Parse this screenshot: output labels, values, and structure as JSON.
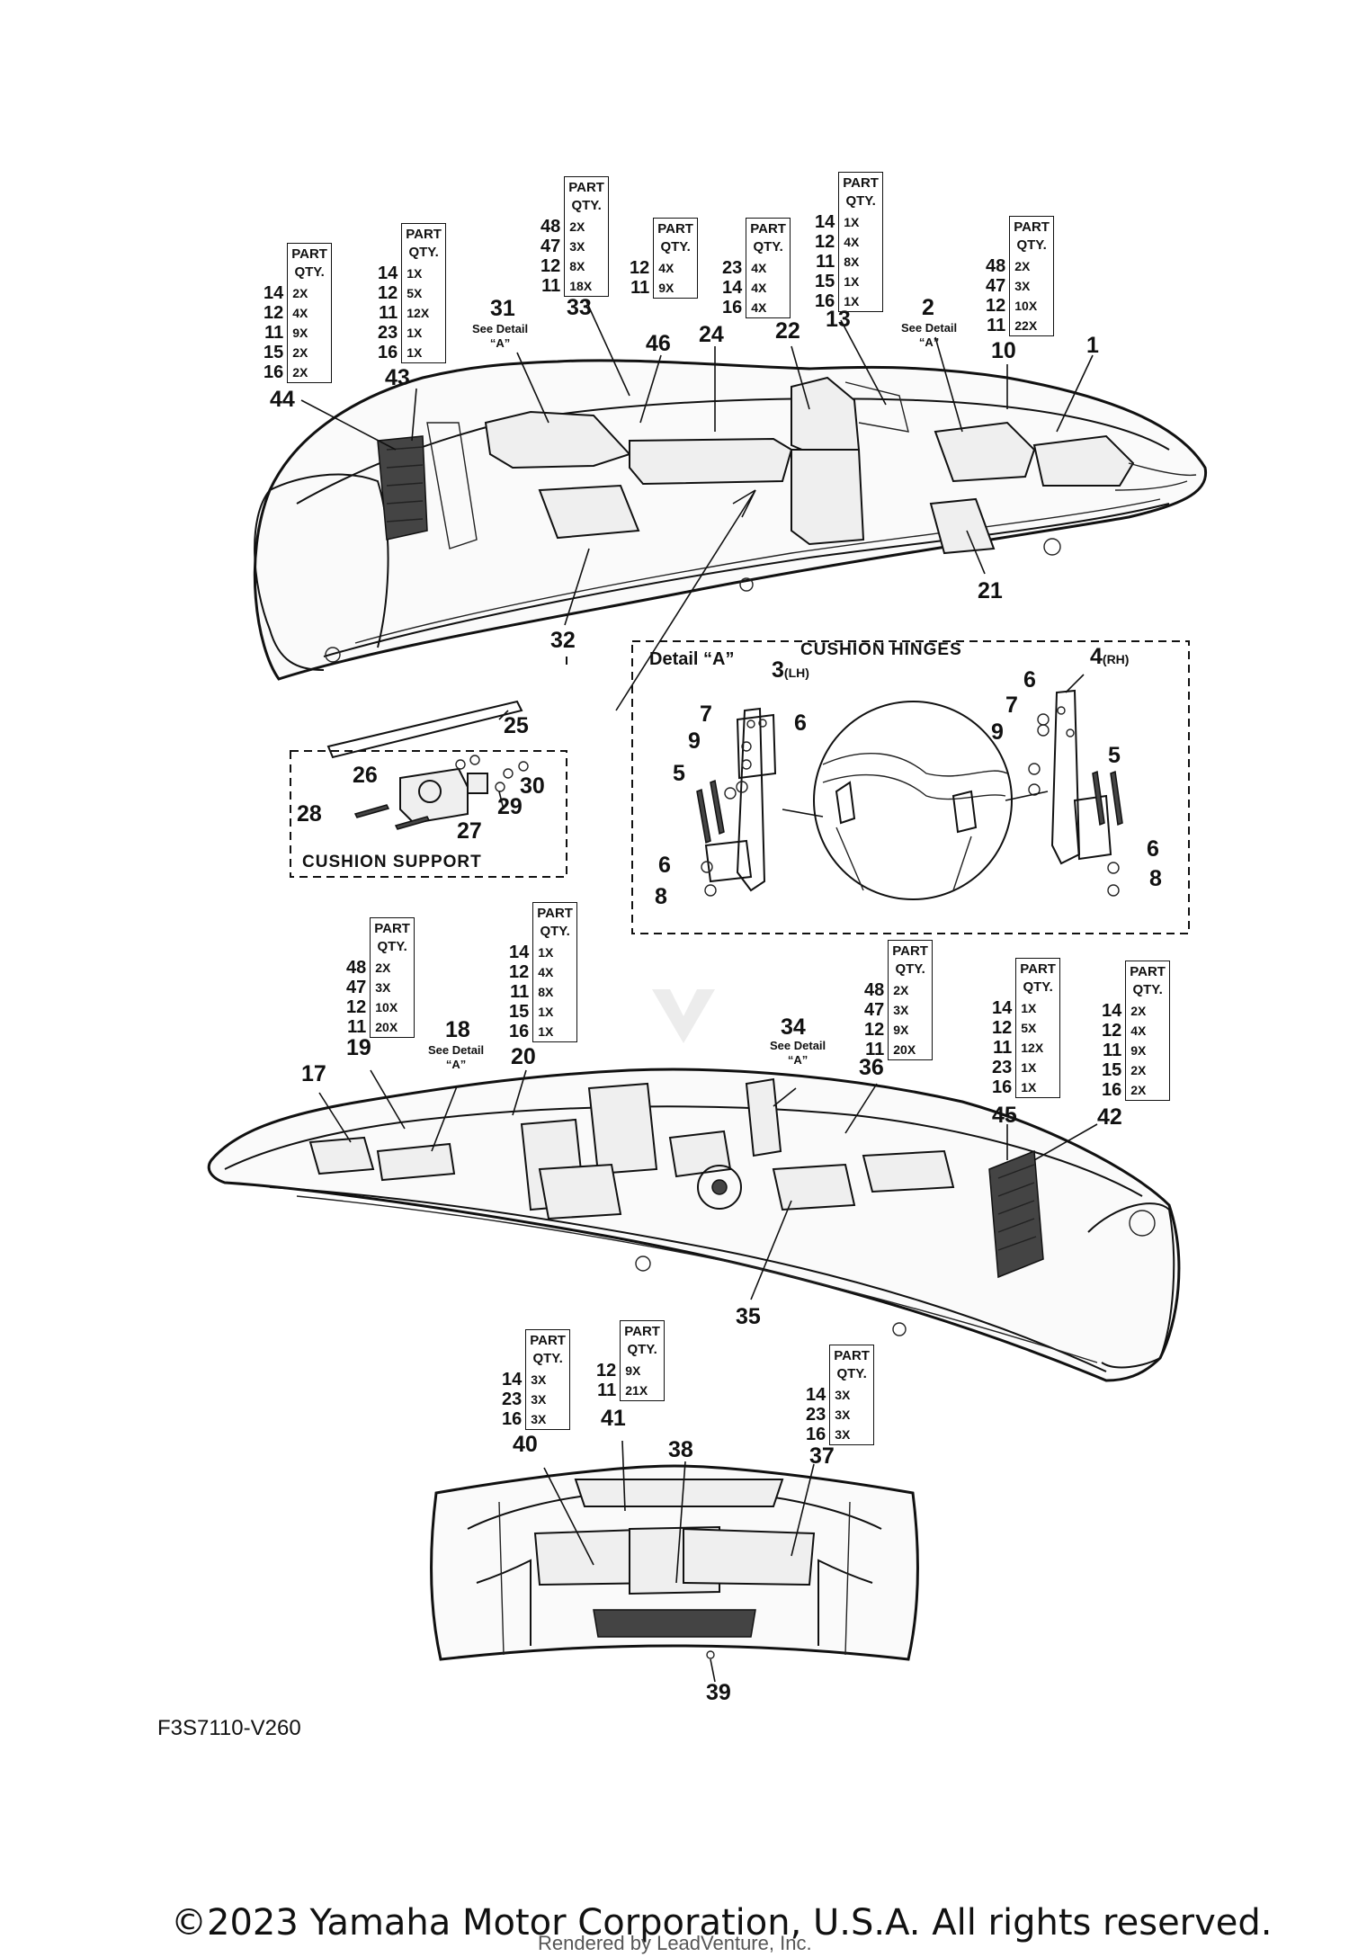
{
  "callouts": [
    {
      "id": "44",
      "label": "44"
    },
    {
      "id": "43",
      "label": "43"
    },
    {
      "id": "31",
      "label": "31"
    },
    {
      "id": "33",
      "label": "33"
    },
    {
      "id": "46",
      "label": "46"
    },
    {
      "id": "24",
      "label": "24"
    },
    {
      "id": "22",
      "label": "22"
    },
    {
      "id": "13",
      "label": "13"
    },
    {
      "id": "2",
      "label": "2"
    },
    {
      "id": "10",
      "label": "10"
    },
    {
      "id": "1",
      "label": "1"
    },
    {
      "id": "21",
      "label": "21"
    },
    {
      "id": "32",
      "label": "32"
    },
    {
      "id": "25",
      "label": "25"
    },
    {
      "id": "26",
      "label": "26"
    },
    {
      "id": "28",
      "label": "28"
    },
    {
      "id": "27",
      "label": "27"
    },
    {
      "id": "29",
      "label": "29"
    },
    {
      "id": "30",
      "label": "30"
    },
    {
      "id": "3",
      "label": "3"
    },
    {
      "id": "4",
      "label": "4"
    },
    {
      "id": "7a",
      "label": "7"
    },
    {
      "id": "6a",
      "label": "6"
    },
    {
      "id": "9a",
      "label": "9"
    },
    {
      "id": "5a",
      "label": "5"
    },
    {
      "id": "6b",
      "label": "6"
    },
    {
      "id": "8a",
      "label": "8"
    },
    {
      "id": "6c",
      "label": "6"
    },
    {
      "id": "7b",
      "label": "7"
    },
    {
      "id": "9b",
      "label": "9"
    },
    {
      "id": "5b",
      "label": "5"
    },
    {
      "id": "6d",
      "label": "6"
    },
    {
      "id": "8b",
      "label": "8"
    },
    {
      "id": "19",
      "label": "19"
    },
    {
      "id": "18",
      "label": "18"
    },
    {
      "id": "17",
      "label": "17"
    },
    {
      "id": "20",
      "label": "20"
    },
    {
      "id": "34",
      "label": "34"
    },
    {
      "id": "36",
      "label": "36"
    },
    {
      "id": "45",
      "label": "45"
    },
    {
      "id": "42",
      "label": "42"
    },
    {
      "id": "35",
      "label": "35"
    },
    {
      "id": "41",
      "label": "41"
    },
    {
      "id": "40",
      "label": "40"
    },
    {
      "id": "38",
      "label": "38"
    },
    {
      "id": "37",
      "label": "37"
    },
    {
      "id": "39",
      "label": "39"
    }
  ],
  "lh_suffix": "(LH)",
  "rh_suffix": "(RH)",
  "see_detail": {
    "line1": "See Detail",
    "line2": "“A”"
  },
  "qty_header": {
    "line1": "PART",
    "line2": "QTY."
  },
  "qty_tables": [
    {
      "id": "t1",
      "rows": [
        [
          "14",
          "2X"
        ],
        [
          "12",
          "4X"
        ],
        [
          "11",
          "9X"
        ],
        [
          "15",
          "2X"
        ],
        [
          "16",
          "2X"
        ]
      ]
    },
    {
      "id": "t2",
      "rows": [
        [
          "14",
          "1X"
        ],
        [
          "12",
          "5X"
        ],
        [
          "11",
          "12X"
        ],
        [
          "23",
          "1X"
        ],
        [
          "16",
          "1X"
        ]
      ]
    },
    {
      "id": "t3",
      "rows": [
        [
          "48",
          "2X"
        ],
        [
          "47",
          "3X"
        ],
        [
          "12",
          "8X"
        ],
        [
          "11",
          "18X"
        ]
      ]
    },
    {
      "id": "t4",
      "rows": [
        [
          "12",
          "4X"
        ],
        [
          "11",
          "9X"
        ]
      ]
    },
    {
      "id": "t5",
      "rows": [
        [
          "23",
          "4X"
        ],
        [
          "14",
          "4X"
        ],
        [
          "16",
          "4X"
        ]
      ]
    },
    {
      "id": "t6",
      "rows": [
        [
          "14",
          "1X"
        ],
        [
          "12",
          "4X"
        ],
        [
          "11",
          "8X"
        ],
        [
          "15",
          "1X"
        ],
        [
          "16",
          "1X"
        ]
      ]
    },
    {
      "id": "t7",
      "rows": [
        [
          "48",
          "2X"
        ],
        [
          "47",
          "3X"
        ],
        [
          "12",
          "10X"
        ],
        [
          "11",
          "22X"
        ]
      ]
    },
    {
      "id": "t8",
      "rows": [
        [
          "48",
          "2X"
        ],
        [
          "47",
          "3X"
        ],
        [
          "12",
          "10X"
        ],
        [
          "11",
          "20X"
        ]
      ]
    },
    {
      "id": "t9",
      "rows": [
        [
          "14",
          "1X"
        ],
        [
          "12",
          "4X"
        ],
        [
          "11",
          "8X"
        ],
        [
          "15",
          "1X"
        ],
        [
          "16",
          "1X"
        ]
      ]
    },
    {
      "id": "t10",
      "rows": [
        [
          "48",
          "2X"
        ],
        [
          "47",
          "3X"
        ],
        [
          "12",
          "9X"
        ],
        [
          "11",
          "20X"
        ]
      ]
    },
    {
      "id": "t11",
      "rows": [
        [
          "14",
          "1X"
        ],
        [
          "12",
          "5X"
        ],
        [
          "11",
          "12X"
        ],
        [
          "23",
          "1X"
        ],
        [
          "16",
          "1X"
        ]
      ]
    },
    {
      "id": "t12",
      "rows": [
        [
          "14",
          "2X"
        ],
        [
          "12",
          "4X"
        ],
        [
          "11",
          "9X"
        ],
        [
          "15",
          "2X"
        ],
        [
          "16",
          "2X"
        ]
      ]
    },
    {
      "id": "t13",
      "rows": [
        [
          "14",
          "3X"
        ],
        [
          "23",
          "3X"
        ],
        [
          "16",
          "3X"
        ]
      ]
    },
    {
      "id": "t14",
      "rows": [
        [
          "12",
          "9X"
        ],
        [
          "11",
          "21X"
        ]
      ]
    },
    {
      "id": "t15",
      "rows": [
        [
          "14",
          "3X"
        ],
        [
          "23",
          "3X"
        ],
        [
          "16",
          "3X"
        ]
      ]
    }
  ],
  "boxes": {
    "cushion_hinges": "CUSHION HINGES",
    "detail_a": "Detail “A”",
    "cushion_support": "CUSHION SUPPORT"
  },
  "diagram_code": "F3S7110-V260",
  "copyright": "©2023 Yamaha Motor Corporation, U.S.A. All rights reserved.",
  "rendered_by": "Rendered by LeadVenture, Inc."
}
